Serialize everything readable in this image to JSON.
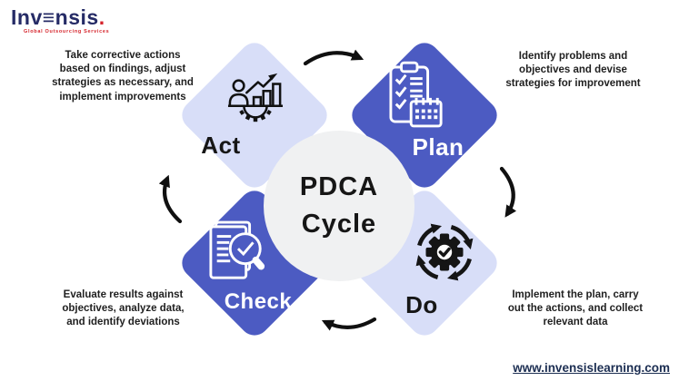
{
  "brand": {
    "logo_part1": "Inv",
    "logo_e": "≡",
    "logo_part2": "nsis",
    "logo_dot": ".",
    "tagline": "Global Outsourcing Services"
  },
  "center": {
    "line1": "PDCA",
    "line2": "Cycle"
  },
  "stages": {
    "plan": {
      "label": "Plan",
      "description": "Identify problems and objectives and devise strategies for improvement",
      "icon": "clipboard-calendar-icon",
      "variant": "dark"
    },
    "do": {
      "label": "Do",
      "description": "Implement the plan, carry out the actions, and collect relevant data",
      "icon": "process-gear-arrows-icon",
      "variant": "light"
    },
    "check": {
      "label": "Check",
      "description": "Evaluate results against objectives, analyze data, and identify deviations",
      "icon": "document-check-magnifier-icon",
      "variant": "dark"
    },
    "act": {
      "label": "Act",
      "description": "Take corrective actions based on findings, adjust strategies as necessary, and implement improvements",
      "icon": "growth-gear-icon",
      "variant": "light"
    }
  },
  "footer": {
    "website": "www.invensislearning.com"
  },
  "colors": {
    "dark_diamond": "#4c5bc2",
    "light_diamond": "#d8def8",
    "center_circle": "#f0f1f2",
    "text_dark": "#1f1f1f",
    "brand_navy": "#252b66",
    "brand_red": "#d5232a"
  }
}
